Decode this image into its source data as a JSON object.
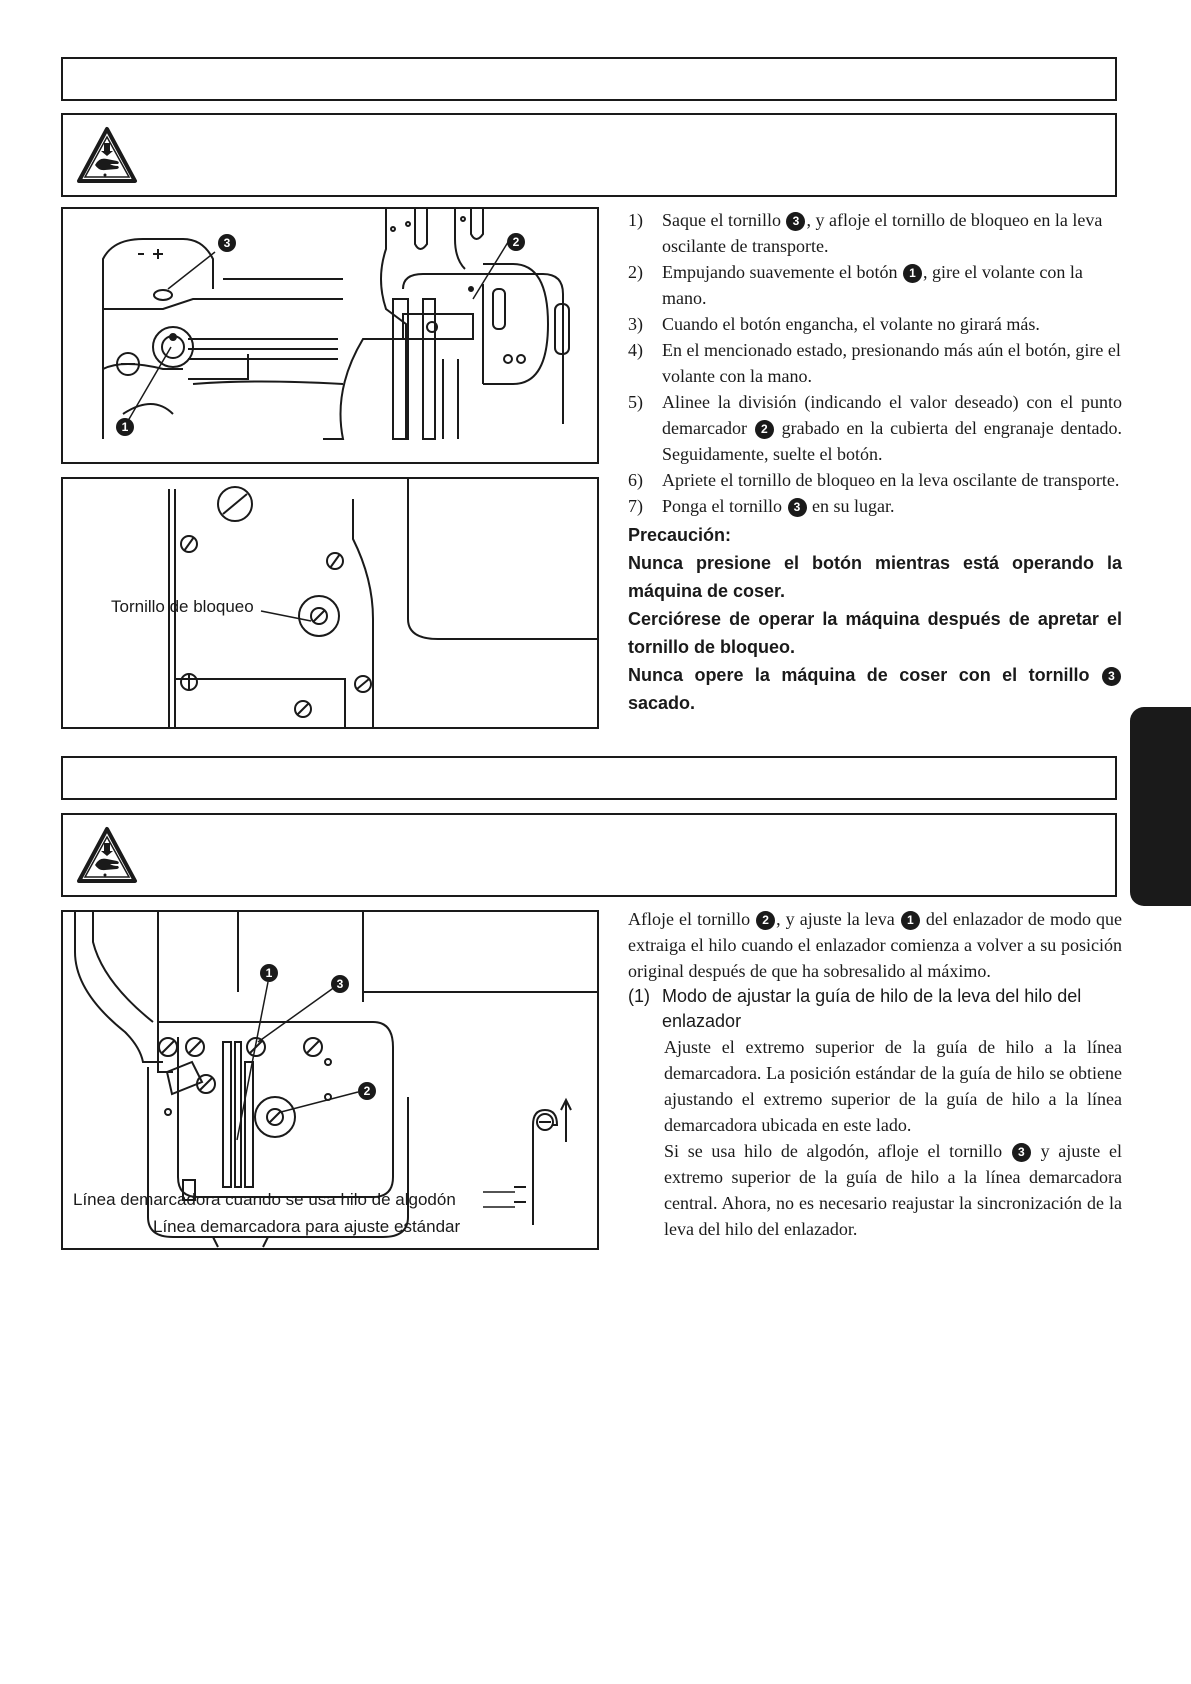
{
  "section1": {
    "step1_pre": "Saque el tornillo ",
    "step1_post": ", y afloje el tornillo de bloqueo en la leva oscilante de transporte.",
    "step2_pre": "Empujando suavemente el botón ",
    "step2_post": ", gire el volante con la mano.",
    "step3": "Cuando el botón engancha, el volante no girará más.",
    "step4": "En el mencionado estado, presionando más aún el botón, gire el volante  con la mano.",
    "step5_pre": "Alinee la división (indicando el valor deseado) con el punto demarcador ",
    "step5_post": " grabado en la cubierta del engranaje dentado. Seguidamente, suelte el botón.",
    "step6": "Apriete el tornillo de bloqueo en la leva oscilante de transporte.",
    "step7_pre": "Ponga el tornillo ",
    "step7_post": " en su lugar.",
    "caution_title": "Precaución:",
    "caution_1": "Nunca presione el botón mientras está operando la máquina de coser.",
    "caution_2": "Cerciórese de operar la máquina después de apretar el tornillo de bloqueo.",
    "caution_3_pre": "Nunca opere la máquina de coser con el tornillo ",
    "caution_3_post": " sacado.",
    "fig_label": "Tornillo de bloqueo"
  },
  "section2": {
    "para_a": "Afloje el tornillo ",
    "para_b": ", y ajuste la leva ",
    "para_c": " del enlazador de modo que extraiga el hilo cuando el enlazador comienza a volver a su posición original después de que  ha sobresalido al máximo.",
    "sub_num": "(1)",
    "sub_title": "Modo de ajustar la guía de hilo de la leva del hilo del enlazador",
    "sub_p1": "Ajuste el extremo superior de la guía de hilo a la línea demarcadora. La posición estándar de la guía de hilo se obtiene ajustando el extremo superior de la guía de hilo a la línea demarcadora ubicada en este lado.",
    "sub_p2_pre": "Si se usa hilo de algodón, afloje el tornillo ",
    "sub_p2_post": " y ajuste el extremo superior de la guía de hilo a la línea demarcadora central. Ahora, no es necesario reajustar la sincronización de la leva del hilo del enlazador.",
    "fig_label_cotton": "Línea demarcadora cuando se usa hilo de algodón",
    "fig_label_std": "Línea demarcadora para ajuste estándar"
  },
  "badges": {
    "one": "1",
    "two": "2",
    "three": "3"
  },
  "step_nums": [
    "1)",
    "2)",
    "3)",
    "4)",
    "5)",
    "6)",
    "7)"
  ],
  "icons": [
    "hand-crush-warning-icon"
  ]
}
